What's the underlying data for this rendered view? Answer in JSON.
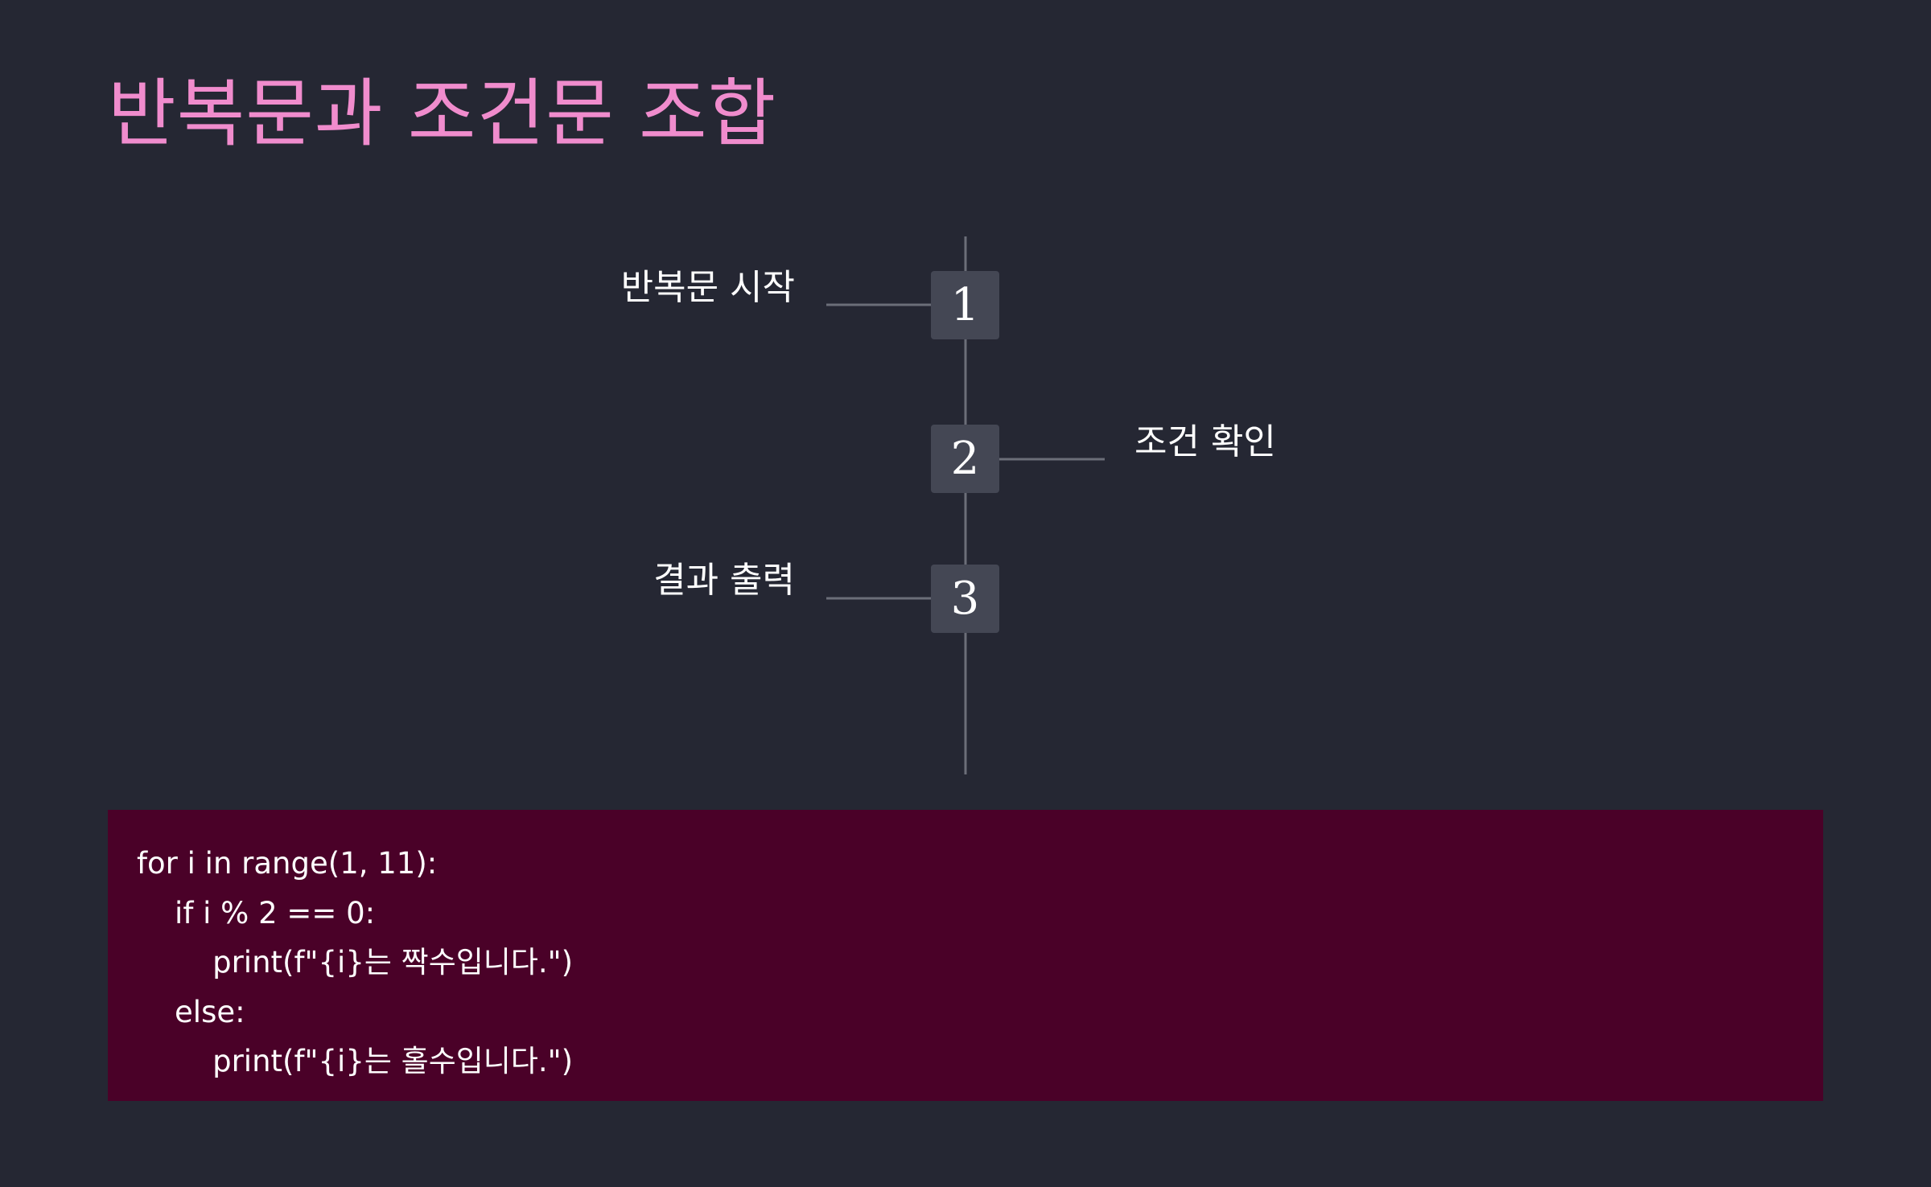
{
  "title": "반복문과 조건문 조합",
  "steps": [
    {
      "number": "1",
      "label": "반복문 시작",
      "side": "left"
    },
    {
      "number": "2",
      "label": "조건 확인",
      "side": "right"
    },
    {
      "number": "3",
      "label": "결과 출력",
      "side": "left"
    }
  ],
  "code": {
    "lines": [
      "for i in range(1, 11):",
      "    if i % 2 == 0:",
      "        print(f\"{i}는 짝수입니다.\")",
      "    else:",
      "        print(f\"{i}는 홀수입니다.\")"
    ]
  },
  "colors": {
    "background": "#252733",
    "title": "#f08ccd",
    "step_box": "#444754",
    "connector": "#6b6e78",
    "code_background": "#4a0128",
    "text": "#ffffff"
  }
}
